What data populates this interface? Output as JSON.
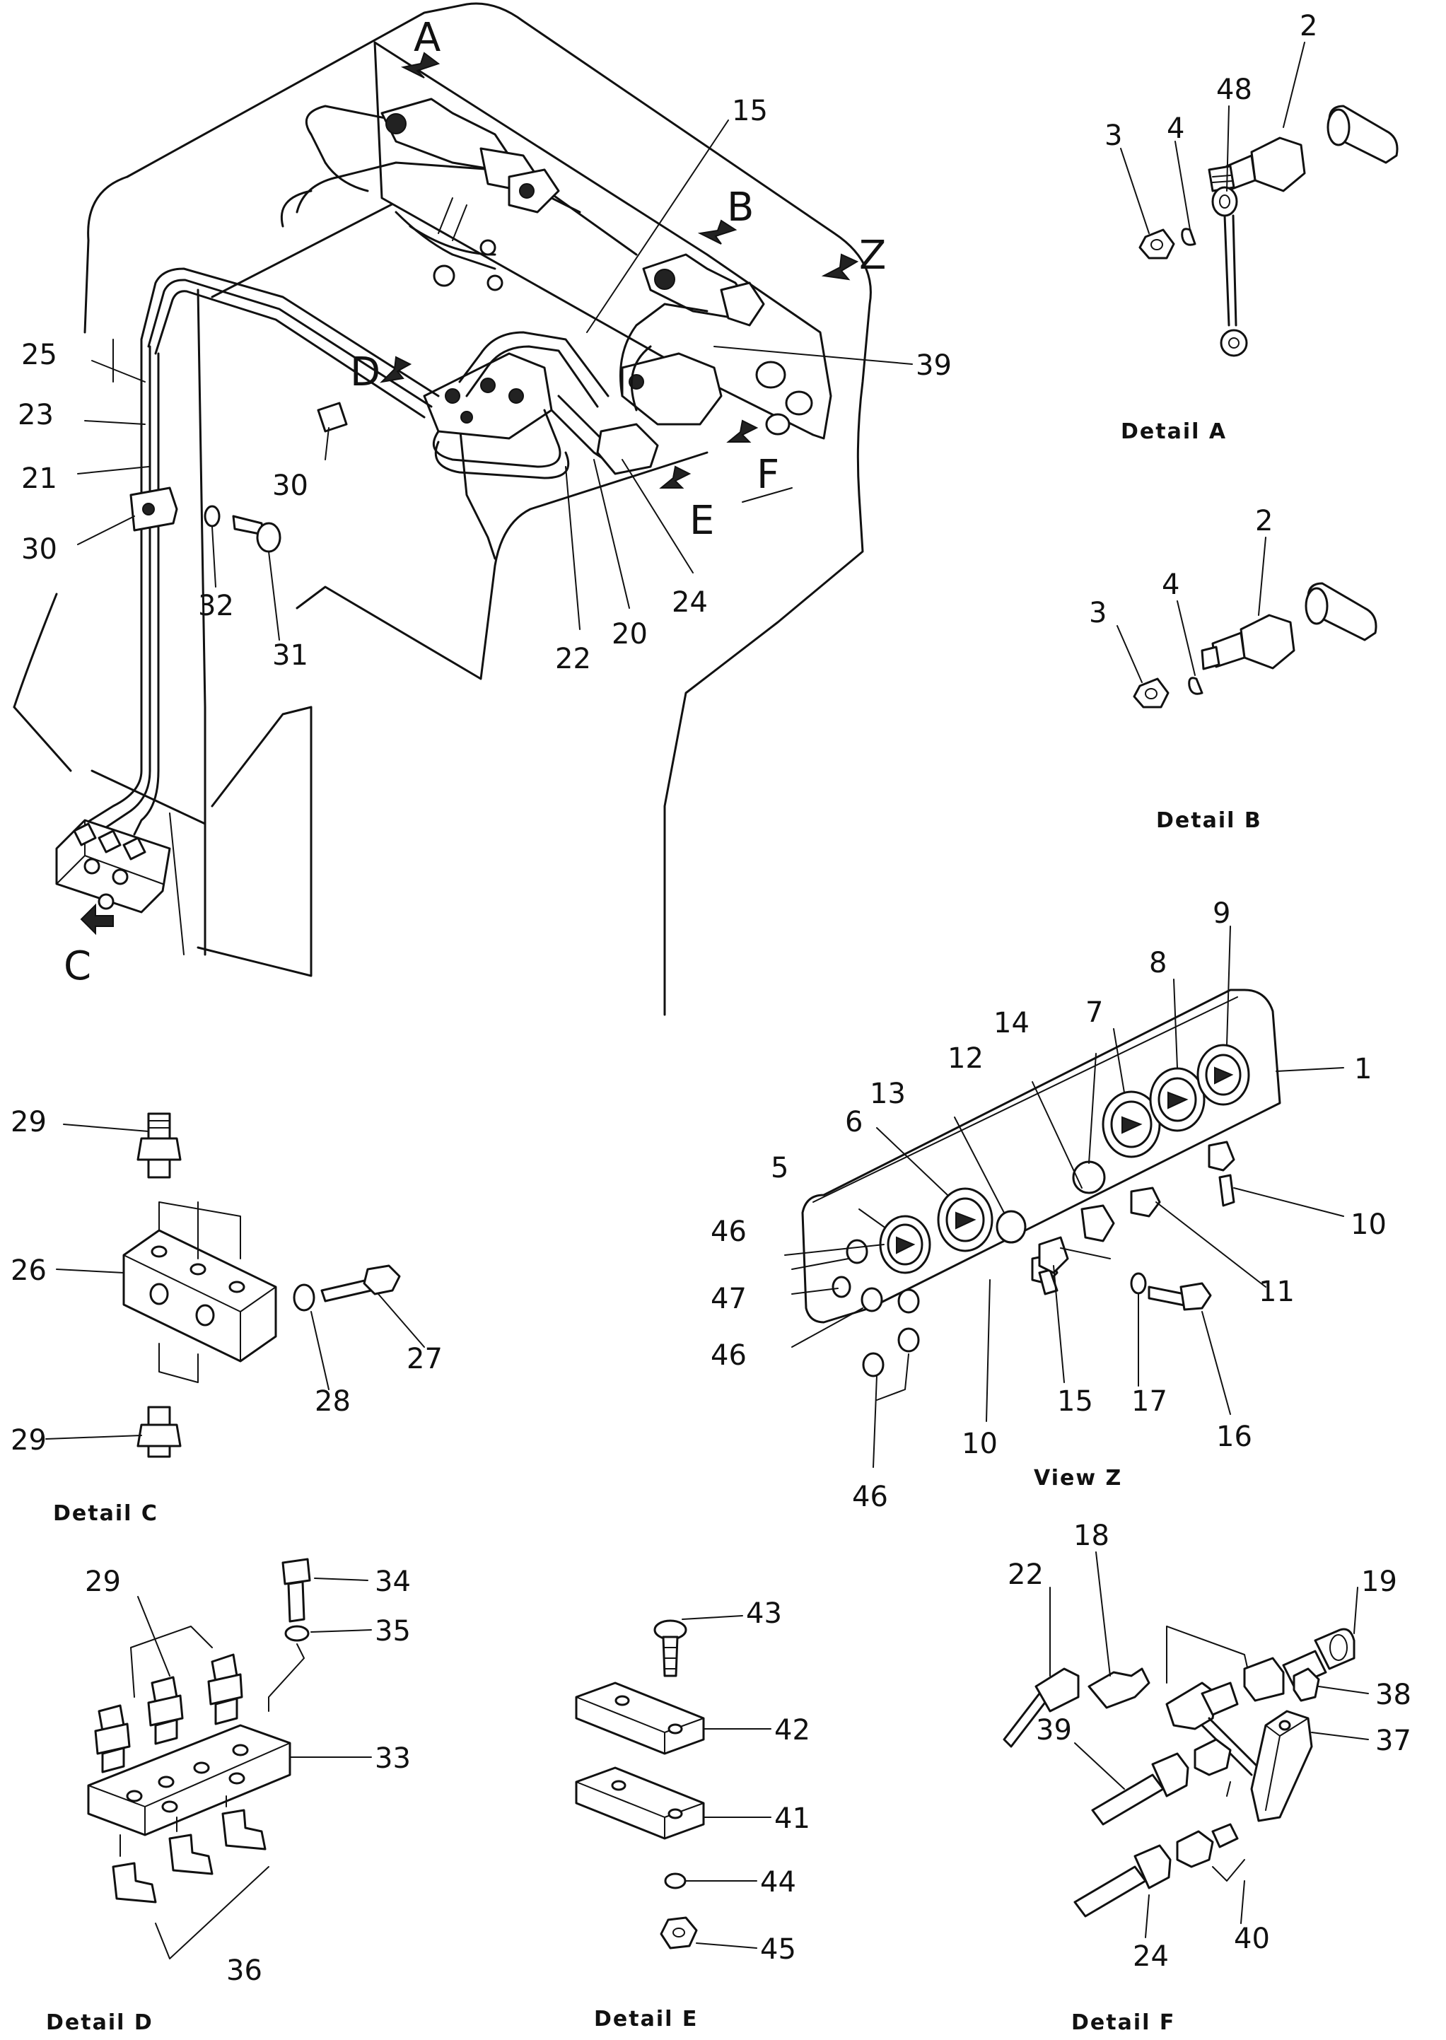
{
  "main_labels": {
    "A": "A",
    "B": "B",
    "C": "C",
    "D": "D",
    "E": "E",
    "F": "F",
    "Z": "Z"
  },
  "main_parts": {
    "p15": "15",
    "p25": "25",
    "p23": "23",
    "p21": "21",
    "p30a": "30",
    "p30b": "30",
    "p32": "32",
    "p31": "31",
    "p22": "22",
    "p20": "20",
    "p24": "24",
    "p39": "39"
  },
  "detail_a": {
    "caption": "Detail  A",
    "p2": "2",
    "p3": "3",
    "p4": "4",
    "p48": "48"
  },
  "detail_b": {
    "caption": "Detail  B",
    "p2": "2",
    "p3": "3",
    "p4": "4"
  },
  "detail_c": {
    "caption": "Detail  C",
    "p29a": "29",
    "p29b": "29",
    "p26": "26",
    "p27": "27",
    "p28": "28"
  },
  "view_z": {
    "caption": "View  Z",
    "p1": "1",
    "p5": "5",
    "p6": "6",
    "p7": "7",
    "p8": "8",
    "p9": "9",
    "p10a": "10",
    "p10b": "10",
    "p11": "11",
    "p12": "12",
    "p13": "13",
    "p14": "14",
    "p15": "15",
    "p16": "16",
    "p17": "17",
    "p46a": "46",
    "p46b": "46",
    "p46c": "46",
    "p47": "47"
  },
  "detail_d": {
    "caption": "Detail  D",
    "p29": "29",
    "p33": "33",
    "p34": "34",
    "p35": "35",
    "p36": "36"
  },
  "detail_e": {
    "caption": "Detail  E",
    "p41": "41",
    "p42": "42",
    "p43": "43",
    "p44": "44",
    "p45": "45"
  },
  "detail_f": {
    "caption": "Detail  F",
    "p18": "18",
    "p19": "19",
    "p22": "22",
    "p24": "24",
    "p37": "37",
    "p38": "38",
    "p39": "39",
    "p40": "40"
  }
}
